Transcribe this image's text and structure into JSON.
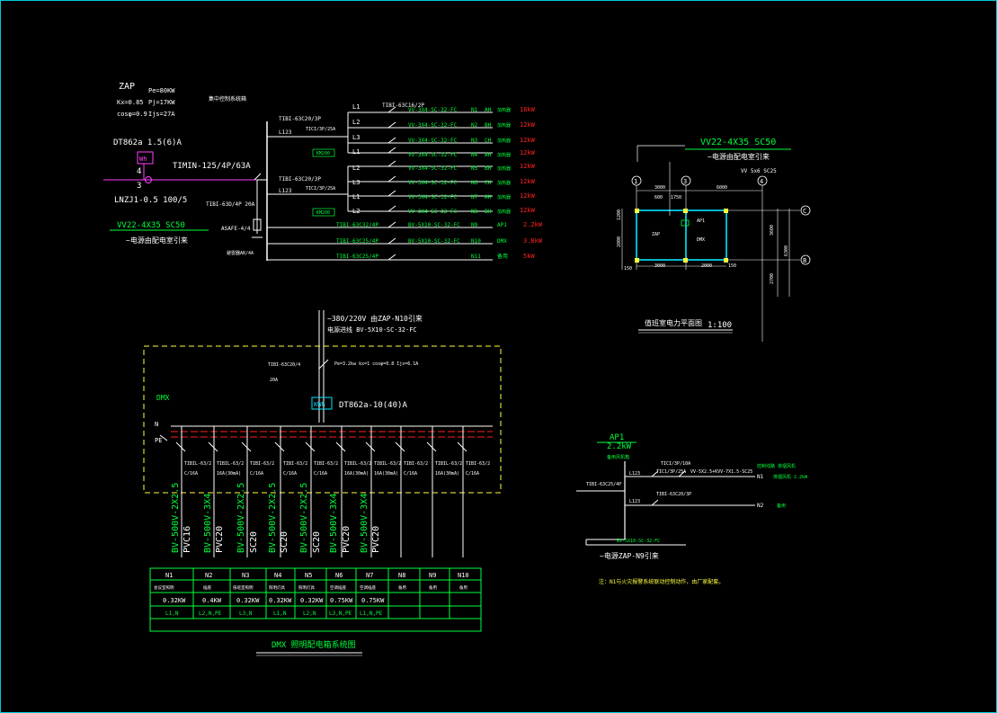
{
  "colors": {
    "bg": "#000000",
    "white": "#ffffff",
    "green": "#00ff3c",
    "red": "#ff2020",
    "cyan": "#00e5ff",
    "yellow": "#ffff40",
    "magenta": "#ff40ff",
    "gray": "#9a9a9a",
    "frame": "#00c8d8"
  },
  "zap": {
    "title": "ZAP",
    "pe": "Pe=80KW",
    "kx": "Kx=0.85",
    "pj": "Pj=17KW",
    "cos": "cosφ=0.9",
    "ijs": "Ijs=27A",
    "note": "集中控制系统箱",
    "meter": "DT862a 1.5(6)A",
    "meter_box": "Wh",
    "main_breaker": "TIMIN-125/4P/63A",
    "ct": "LNZJ1-0.5 100/5",
    "feed_cable": "VV22-4X35 SC50",
    "feed_note": "~电源由配电室引来",
    "sub1": "TIBI-63C20/3P",
    "sub1_l": "L123",
    "sub1_b": "TICI/3P/25A",
    "sub1_k": "KM200",
    "sub2": "TIBI-63C20/3P",
    "sub2_l": "L123",
    "sub2_b": "TICI/3P/25A",
    "sub2_k": "KM200",
    "spd_breaker": "TIBI-63D/4P 20A",
    "spd": "ASAFE-4/4",
    "spd_note": "避雷器AR/4A",
    "top_breaker": "TIBI-63C16/2P",
    "rows": [
      {
        "phase": "L1",
        "cable": "VV-3X4-SC-32-FC",
        "circuit": "N1",
        "label": "AH",
        "desc": "加热器",
        "power": "18kW"
      },
      {
        "phase": "L2",
        "cable": "VV-3X4-SC-32-FC",
        "circuit": "N2",
        "label": "BH",
        "desc": "加热器",
        "power": "12kW"
      },
      {
        "phase": "L3",
        "cable": "VV-3X4-SC-32-FC",
        "circuit": "N3",
        "label": "CH",
        "desc": "加热器",
        "power": "12kW"
      },
      {
        "phase": "L1",
        "cable": "VV-3X4-SC-32-FC",
        "circuit": "N4",
        "label": "AH",
        "desc": "加热器",
        "power": "12kW"
      },
      {
        "phase": "L2",
        "cable": "VV-3X4-SC-32-FC",
        "circuit": "N5",
        "label": "BH",
        "desc": "加热器",
        "power": "12kW"
      },
      {
        "phase": "L3",
        "cable": "VV-3X4-SC-32-FC",
        "circuit": "N6",
        "label": "CH",
        "desc": "加热器",
        "power": "12kW"
      },
      {
        "phase": "L1",
        "cable": "VV-3X4-SC-32-FC",
        "circuit": "N7",
        "label": "AH",
        "desc": "加热器",
        "power": "12kW"
      },
      {
        "phase": "L2",
        "cable": "VV-3X4-SC-32-FC",
        "circuit": "N8",
        "label": "BH",
        "desc": "加热器",
        "power": "12kW"
      }
    ],
    "extra": [
      {
        "breaker": "TIBI-63C32/4P",
        "cable": "BV-5X10-SC-32-FC",
        "circuit": "N9",
        "label": "AP1",
        "power": "2.2kW"
      },
      {
        "breaker": "TIBI-63C25/4P",
        "cable": "BV-5X10-SC-32-FC",
        "circuit": "N10",
        "label": "DMX",
        "power": "3.8kW"
      },
      {
        "breaker": "TIBI-63C25/4P",
        "cable": "",
        "circuit": "N11",
        "label": "备用",
        "power": "5kW"
      }
    ]
  },
  "plan": {
    "cable": "VV22-4X35 SC50",
    "note": "~电源由配电室引来",
    "sub": "VV 5x6 SC25",
    "axes": [
      "1",
      "3",
      "4",
      "C",
      "B"
    ],
    "dims": [
      "3000",
      "1750",
      "6000",
      "3000",
      "2000",
      "3600",
      "2700",
      "6300",
      "2800",
      "1200",
      "150",
      "150",
      "600"
    ],
    "labels": [
      "ZAP",
      "AP1",
      "DMX"
    ],
    "title": "值班室电力平面图",
    "scale": "1:100"
  },
  "dmx": {
    "supply": "~380/220V 由ZAP-N10引来",
    "supply_cable": "电源进线 BV-5X10-SC-32-FC",
    "main": "TIBI-63C20/4",
    "main_a": "20A",
    "params": "Pe=3.2kw  kx=1  cosφ=0.8  Ijs=6.1A",
    "label": "DMX",
    "meter": "DT862a-10(40)A",
    "meter_box": "KWh",
    "n": "N",
    "pe": "PE",
    "breakers": [
      {
        "type": "TIBIL-63/2",
        "rating": "C/16A"
      },
      {
        "type": "TIBIL-63/2",
        "rating": "16A(30mA)"
      },
      {
        "type": "TIBI-63/2",
        "rating": "C/16A"
      },
      {
        "type": "TIBI-63/2",
        "rating": "C/16A"
      },
      {
        "type": "TIBI-63/2",
        "rating": "C/16A"
      },
      {
        "type": "TIBIL-63/2",
        "rating": "16A(30mA)"
      },
      {
        "type": "TIBIL-63/2",
        "rating": "16A(30mA)"
      },
      {
        "type": "TIBI-63/2",
        "rating": "C/16A"
      },
      {
        "type": "TIBIL-63/2",
        "rating": "16A(30mA)"
      },
      {
        "type": "TIBI-63/2",
        "rating": "C/16A"
      }
    ],
    "cables": [
      {
        "a": "BV-500V-2X2.5",
        "b": "PVC16"
      },
      {
        "a": "BV-500V-3X4",
        "b": "PVC20"
      },
      {
        "a": "BV-500V-2X2.5",
        "b": "SC20"
      },
      {
        "a": "BV-500V-2X2.5",
        "b": "SC20"
      },
      {
        "a": "BV-500V-2X2.5",
        "b": "SC20"
      },
      {
        "a": "BV-500V-3X4",
        "b": "PVC20"
      },
      {
        "a": "BV-500V-3X4",
        "b": "PVC20"
      }
    ],
    "table": {
      "headers": [
        "N1",
        "N2",
        "N3",
        "N4",
        "N5",
        "N6",
        "N7",
        "N8",
        "N9",
        "N10"
      ],
      "row1": [
        "会议室照明",
        "插座",
        "值班室照明",
        "照明灯具",
        "照明灯具",
        "空调插座",
        "空调插座",
        "备用",
        "备用",
        "备用"
      ],
      "row2": [
        "0.32KW",
        "0.4KW",
        "0.32KW",
        "0.32KW",
        "0.32KW",
        "0.75KW",
        "0.75KW",
        "",
        "",
        ""
      ],
      "row3": [
        "L1,N",
        "L2,N,PE",
        "L3,N",
        "L1,N",
        "L2,N",
        "L3,N,PE",
        "L1,N,PE",
        "",
        "",
        ""
      ]
    },
    "title": "DMX 照明配电箱系统图"
  },
  "ap1": {
    "label": "AP1",
    "power": "2.2kW",
    "note": "备用风机箱",
    "main": "TIBI-63C25/4P",
    "l1": "L123",
    "b1": "TICI/3P/10A",
    "b1c": "TIC1/3P/25A",
    "cable1": "VV-5X2.5+KVV-7X1.5-SC25",
    "n1": "N1",
    "n1a": "排烟风机",
    "n1b": "2.2kW",
    "right_notes": "控制线路 排烟风机",
    "l2": "L123",
    "b2": "TIBI-63C20/3P",
    "n2": "N2",
    "n2a": "备用",
    "cable2": "BV-5X10-SC-32-FC",
    "feed": "~电源ZAP-N9引来",
    "footnote": "注：N1与火灾报警系统联动控制动作，由厂家配套。"
  }
}
